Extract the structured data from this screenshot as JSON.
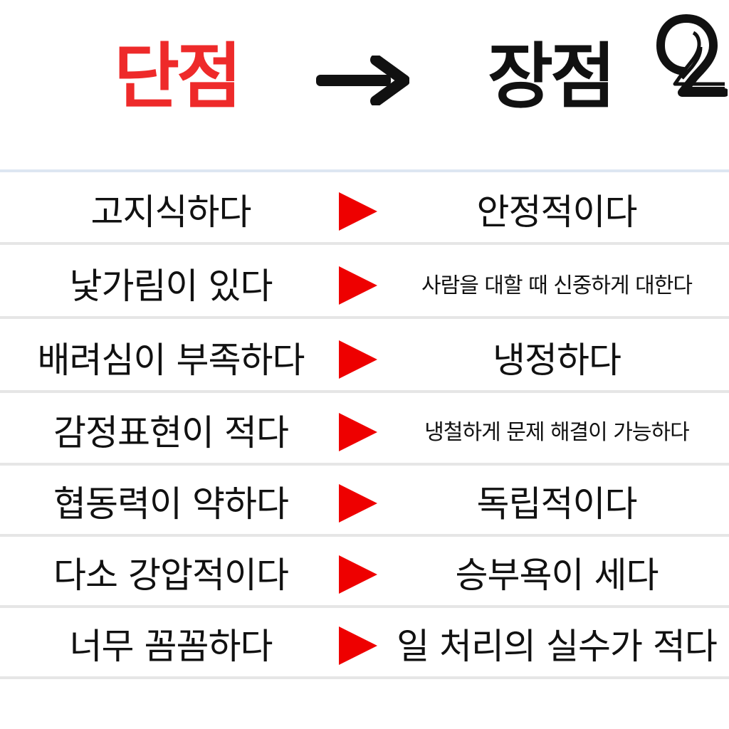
{
  "header": {
    "left_title": "단점",
    "right_title": "장점",
    "left_title_color": "#ee2a2a",
    "right_title_color": "#111111",
    "arrow_icon": "arrow-right-icon",
    "logo_icon": "brand-logo-icon"
  },
  "colors": {
    "accent_red": "#ee0000",
    "text": "#111111",
    "divider": "#e6e6e6"
  },
  "rows": [
    {
      "weakness": "고지식하다",
      "strength": "안정적이다",
      "strength_size": "large"
    },
    {
      "weakness": "낯가림이 있다",
      "strength": "사람을 대할 때 신중하게 대한다",
      "strength_size": "small"
    },
    {
      "weakness": "배려심이 부족하다",
      "strength": "냉정하다",
      "strength_size": "large"
    },
    {
      "weakness": "감정표현이 적다",
      "strength": "냉철하게 문제 해결이 가능하다",
      "strength_size": "small"
    },
    {
      "weakness": "협동력이 약하다",
      "strength": "독립적이다",
      "strength_size": "large"
    },
    {
      "weakness": "다소 강압적이다",
      "strength": "승부욕이 세다",
      "strength_size": "large"
    },
    {
      "weakness": "너무 꼼꼼하다",
      "strength": "일 처리의 실수가 적다",
      "strength_size": "large"
    }
  ]
}
